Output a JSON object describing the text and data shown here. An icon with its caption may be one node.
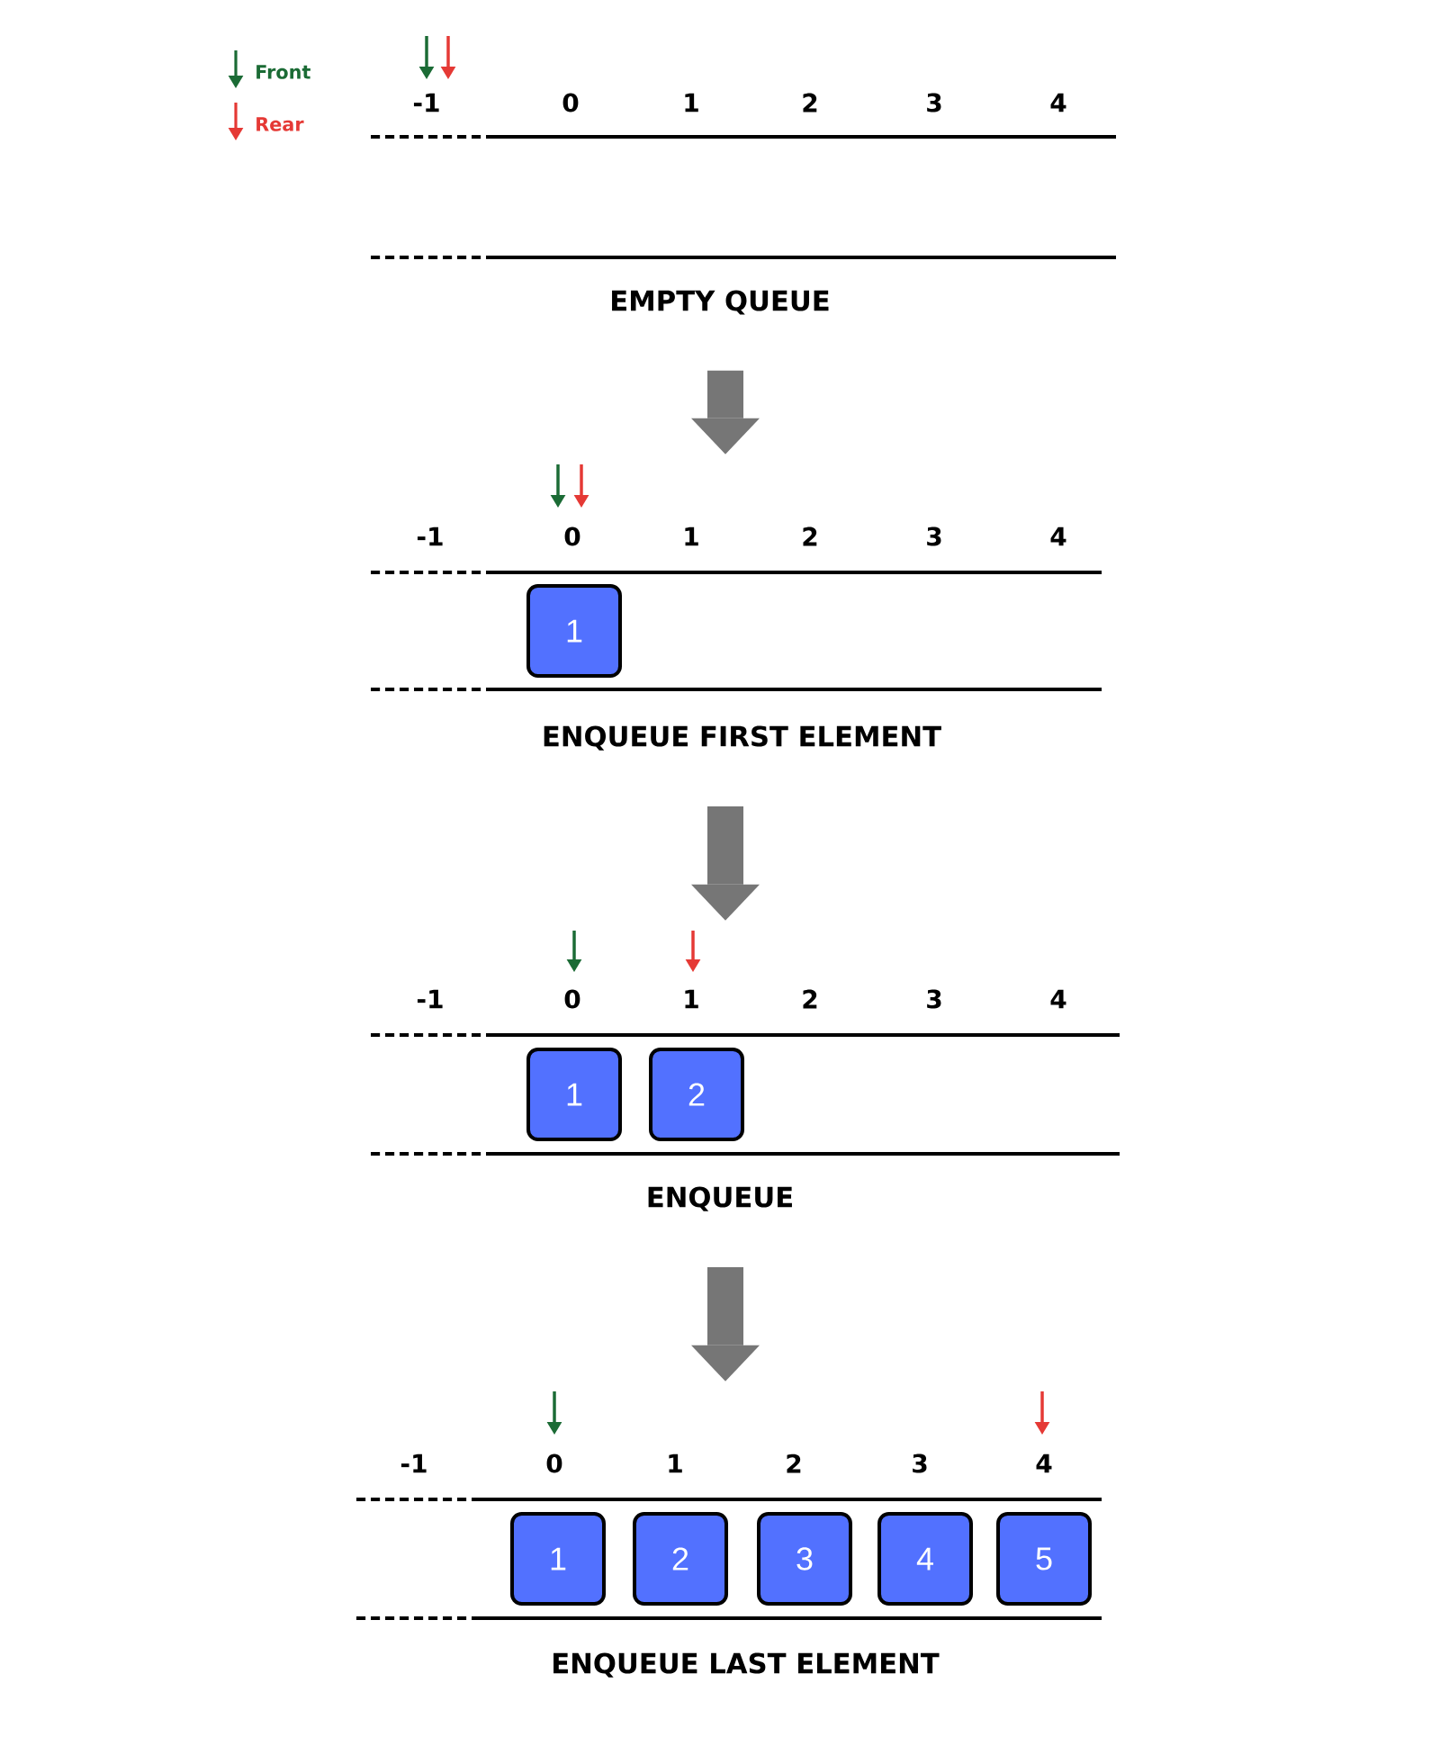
{
  "diagram": {
    "nodes": [
      {
        "text": [
          "-1",
          "0",
          "1",
          "2",
          "3",
          "4",
          "EMPTY QUEUE"
        ]
      },
      {
        "text": [
          "-1",
          "0",
          "1",
          "2",
          "3",
          "4",
          "ENQUEUE FIRST ELEMENT"
        ]
      },
      {
        "text": [
          "1"
        ],
        "in": 1
      },
      {
        "text": [
          "-1",
          "0",
          "1",
          "2",
          "3",
          "4",
          "ENQUEUE"
        ]
      },
      {
        "text": [
          "1"
        ],
        "in": 3
      },
      {
        "text": [
          "2"
        ],
        "in": 3
      },
      {
        "text": [
          "-1",
          "0",
          "1",
          "2",
          "3",
          "4",
          "ENQUEUE LAST ELEMENT"
        ]
      },
      {
        "text": [
          "1"
        ],
        "in": 6
      },
      {
        "text": [
          "2"
        ],
        "in": 6
      },
      {
        "text": [
          "3"
        ],
        "in": 6
      },
      {
        "text": [
          "4"
        ],
        "in": 6
      },
      {
        "text": [
          "5"
        ],
        "in": 6
      }
    ],
    "edges": [
      {
        "from": 0,
        "to": 1,
        "arrow": "to"
      },
      {
        "from": 1,
        "to": 3,
        "arrow": "to"
      },
      {
        "from": 3,
        "to": 6,
        "arrow": "to"
      }
    ],
    "legend": [
      {
        "text": "Front"
      },
      {
        "text": "Rear"
      }
    ]
  }
}
